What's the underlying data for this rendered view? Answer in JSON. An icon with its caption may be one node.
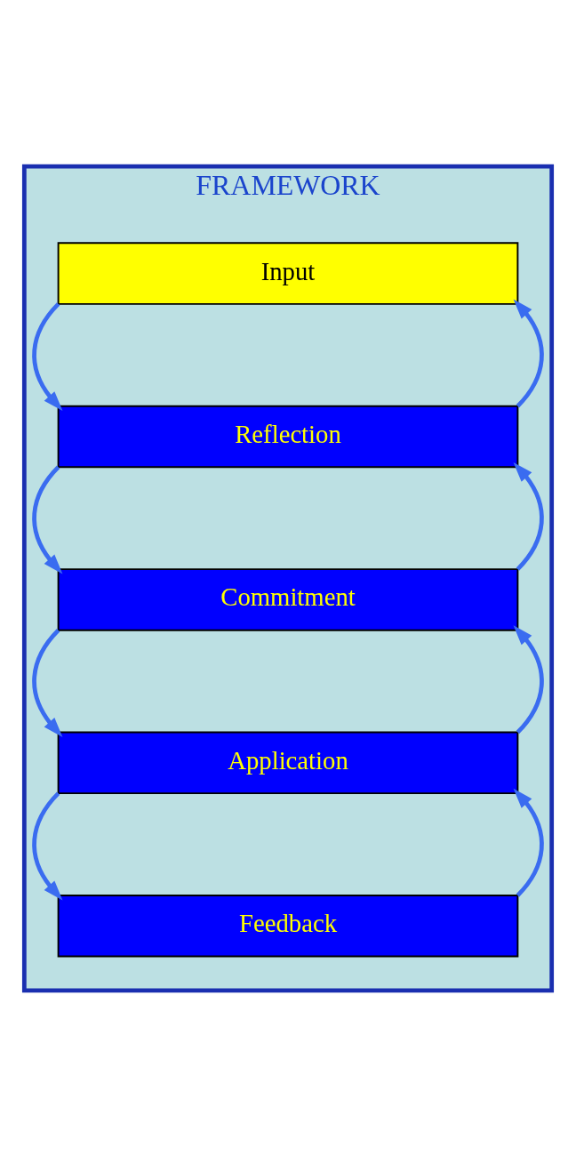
{
  "diagram": {
    "nodes": [
      {
        "text": [
          "FRAMEWORK"
        ]
      },
      {
        "text": [
          "Input"
        ],
        "in": 0
      },
      {
        "text": [
          "Reflection"
        ],
        "in": 0
      },
      {
        "text": [
          "Commitment"
        ],
        "in": 0
      },
      {
        "text": [
          "Application"
        ],
        "in": 0
      },
      {
        "text": [
          "Feedback"
        ],
        "in": 0
      }
    ],
    "edges": [
      {
        "from": 1,
        "to": 2,
        "arrow": "to"
      },
      {
        "from": 2,
        "to": 1,
        "arrow": "to"
      },
      {
        "from": 2,
        "to": 3,
        "arrow": "to"
      },
      {
        "from": 3,
        "to": 2,
        "arrow": "to"
      },
      {
        "from": 3,
        "to": 4,
        "arrow": "to"
      },
      {
        "from": 4,
        "to": 3,
        "arrow": "to"
      },
      {
        "from": 4,
        "to": 5,
        "arrow": "to"
      },
      {
        "from": 5,
        "to": 4,
        "arrow": "to"
      }
    ]
  }
}
